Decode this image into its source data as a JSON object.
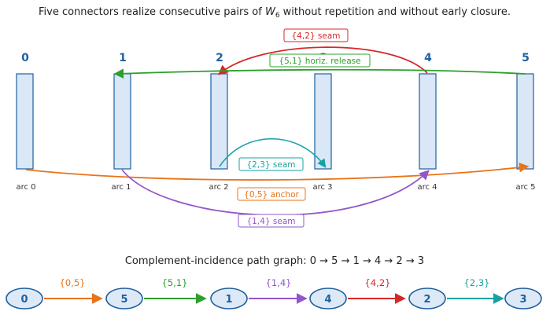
{
  "title": {
    "main": "Five connectors realize consecutive pairs of ",
    "w": "W",
    "sub": "6",
    "tail": " without repetition and without early closure."
  },
  "columns": [
    {
      "num": "0",
      "arc": "arc 0"
    },
    {
      "num": "1",
      "arc": "arc 1"
    },
    {
      "num": "2",
      "arc": "arc 2"
    },
    {
      "num": "3",
      "arc": "arc 3"
    },
    {
      "num": "4",
      "arc": "arc 4"
    },
    {
      "num": "5",
      "arc": "arc 5"
    }
  ],
  "connectors": [
    {
      "id": "seam42",
      "label": "{4,2}  seam",
      "color": "#d62728"
    },
    {
      "id": "release51",
      "label": "{5,1}  horiz. release",
      "color": "#2ca02c"
    },
    {
      "id": "seam23",
      "label": "{2,3}  seam",
      "color": "#17a2a2"
    },
    {
      "id": "anchor05",
      "label": "{0,5}  anchor",
      "color": "#e8731a"
    },
    {
      "id": "seam14",
      "label": "{1,4}  seam",
      "color": "#9156c9"
    }
  ],
  "path_graph": {
    "caption_prefix": "Complement-incidence path graph: ",
    "caption_path": "0 → 5 → 1 → 4 → 2 → 3",
    "nodes": [
      "0",
      "5",
      "1",
      "4",
      "2",
      "3"
    ],
    "edges": [
      {
        "label": "{0,5}",
        "color": "#e8731a"
      },
      {
        "label": "{5,1}",
        "color": "#2ca02c"
      },
      {
        "label": "{1,4}",
        "color": "#9156c9"
      },
      {
        "label": "{4,2}",
        "color": "#d62728"
      },
      {
        "label": "{2,3}",
        "color": "#17a2a2"
      }
    ]
  }
}
